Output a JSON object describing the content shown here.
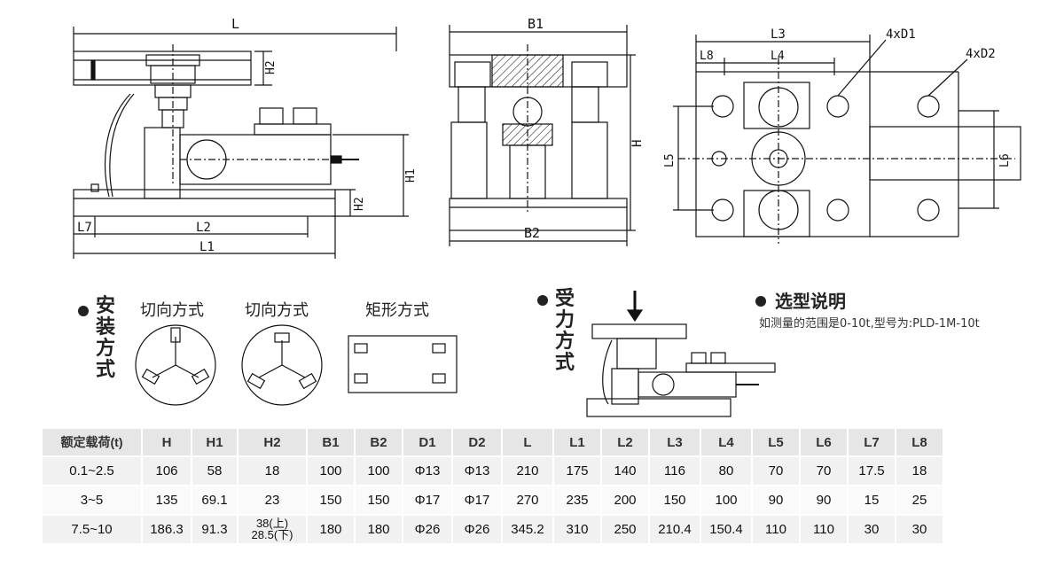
{
  "drawing_labels": {
    "side": {
      "L": "L",
      "H2_top": "H2",
      "H1": "H1",
      "H2_bottom": "H2",
      "L7": "L7",
      "L2": "L2",
      "L1": "L1"
    },
    "front": {
      "B1": "B1",
      "H": "H",
      "B2": "B2"
    },
    "top": {
      "L3": "L3",
      "D1": "4xD1",
      "D2": "4xD2",
      "L8": "L8",
      "L4": "L4",
      "L5": "L5",
      "L6": "L6"
    }
  },
  "install": {
    "title": "安装方式",
    "options": [
      "切向方式",
      "切向方式",
      "矩形方式"
    ]
  },
  "force": {
    "title": "受力方式"
  },
  "selection": {
    "title": "选型说明",
    "description": "如测量的范围是0-10t,型号为:PLD-1M-10t"
  },
  "table": {
    "headers": [
      "额定载荷(t)",
      "H",
      "H1",
      "H2",
      "B1",
      "B2",
      "D1",
      "D2",
      "L",
      "L1",
      "L2",
      "L3",
      "L4",
      "L5",
      "L6",
      "L7",
      "L8"
    ],
    "rows": [
      [
        "0.1~2.5",
        "106",
        "58",
        "18",
        "100",
        "100",
        "Φ13",
        "Φ13",
        "210",
        "175",
        "140",
        "116",
        "80",
        "70",
        "70",
        "17.5",
        "18"
      ],
      [
        "3~5",
        "135",
        "69.1",
        "23",
        "150",
        "150",
        "Φ17",
        "Φ17",
        "270",
        "235",
        "200",
        "150",
        "100",
        "90",
        "90",
        "15",
        "25"
      ],
      [
        "7.5~10",
        "186.3",
        "91.3",
        "",
        "180",
        "180",
        "Φ26",
        "Φ26",
        "345.2",
        "310",
        "250",
        "210.4",
        "150.4",
        "110",
        "110",
        "30",
        "30"
      ]
    ],
    "h2_last": {
      "upper": "38(上)",
      "lower": "28.5(下)"
    }
  }
}
